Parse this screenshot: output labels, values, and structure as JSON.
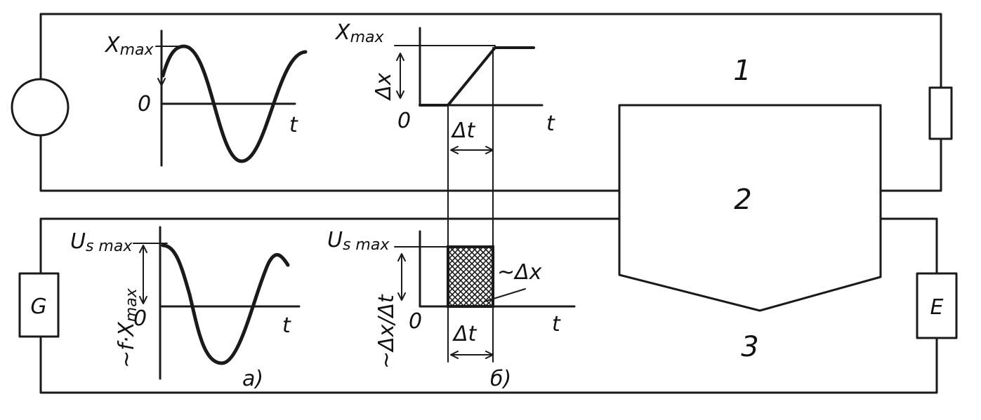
{
  "diagram": {
    "regions": {
      "upper": "1",
      "body": "2",
      "lower": "3"
    },
    "devices": {
      "generator": "G",
      "meter": "E"
    },
    "panel_a": {
      "top": {
        "amplitude": "X",
        "amplitude_sub": "max",
        "origin": "0",
        "time_axis": "t"
      },
      "bottom": {
        "amplitude": "U",
        "amplitude_sub": "s max",
        "y_label": "~f·X",
        "y_label_sub": "max",
        "origin": "0",
        "time_axis": "t"
      },
      "caption": "а)"
    },
    "panel_b": {
      "top": {
        "amplitude": "X",
        "amplitude_sub": "max",
        "delta_x": "Δx",
        "origin": "0",
        "time_axis": "t",
        "delta_t": "Δt"
      },
      "bottom": {
        "amplitude": "U",
        "amplitude_sub": "s max",
        "y_label": "~Δx/Δt",
        "area_label": "~Δx",
        "origin": "0",
        "time_axis": "t",
        "delta_t": "Δt"
      },
      "caption": "б)"
    },
    "colors": {
      "ink": "#1a1a1a",
      "paper": "#ffffff"
    }
  }
}
